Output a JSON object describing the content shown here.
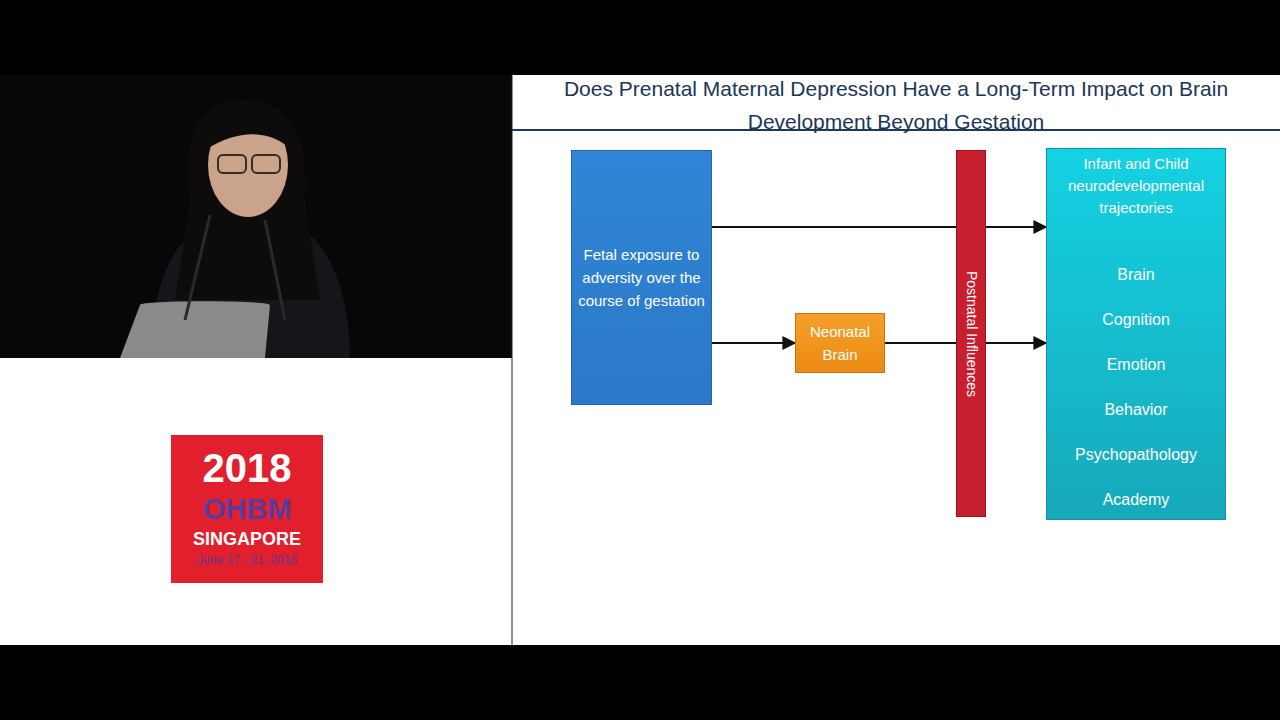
{
  "diagram": {
    "title": "Does Prenatal Maternal Depression Have a Long-Term Impact on Brain Development Beyond Gestation",
    "nodes": [
      {
        "text": [
          "Fetal exposure to adversity over the course of gestation"
        ]
      },
      {
        "text": [
          "Neonatal Brain"
        ]
      },
      {
        "text": [
          "Postnatal Influences"
        ]
      },
      {
        "text": [
          "Infant and Child neurodevelopmental trajectories",
          "Brain",
          "Cognition",
          "Emotion",
          "Behavior",
          "Psychopathology",
          "Academy"
        ]
      }
    ],
    "edges": [
      {
        "from": 0,
        "to": 3,
        "arrow": "to"
      },
      {
        "from": 0,
        "to": 1,
        "arrow": "to"
      },
      {
        "from": 1,
        "to": 3,
        "arrow": "to"
      }
    ],
    "labels": [
      "2018",
      "OHBM",
      "SINGAPORE",
      "June 17 - 21, 2018"
    ]
  }
}
